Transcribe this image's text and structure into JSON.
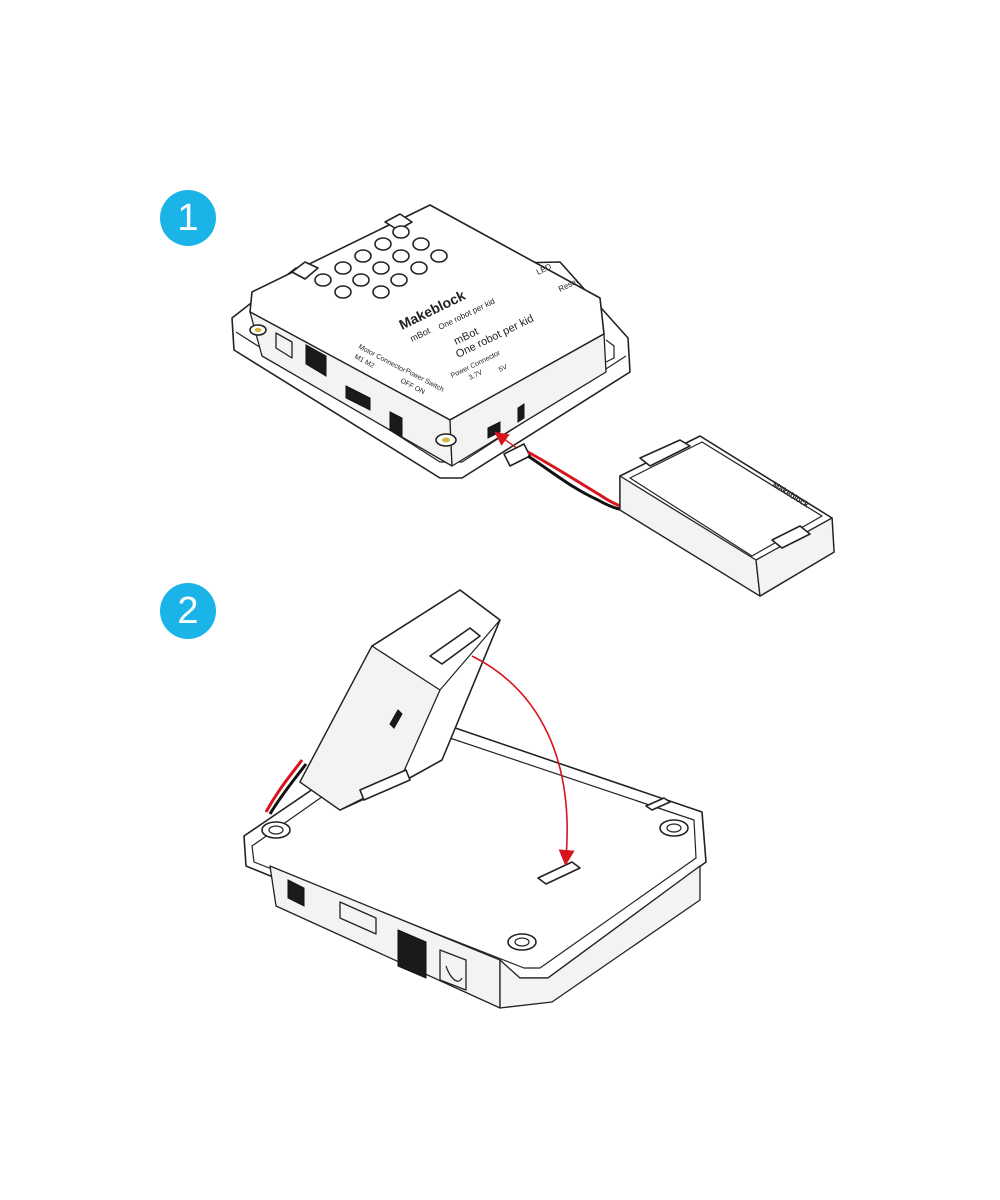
{
  "steps": [
    {
      "number": "1"
    },
    {
      "number": "2"
    }
  ],
  "board": {
    "brand": "Makeblock",
    "model": "mBot",
    "tagline": "One robot per kid",
    "motor_label": "Motor Connector",
    "motor_ports": "M1   M2",
    "power_switch_label": "Power Switch",
    "power_switch_states": "OFF  ON",
    "power_connector_label": "Power Connector",
    "power_connector_voltage": "3.7V",
    "voltage_5v": "5V",
    "led_label": "LED",
    "reset_label": "Reset"
  },
  "battery": {
    "brand": "Makeblock"
  },
  "colors": {
    "badge": "#1ab4e8",
    "arrow": "#d7141c",
    "wire_red": "#d7141c",
    "wire_black": "#111111"
  }
}
